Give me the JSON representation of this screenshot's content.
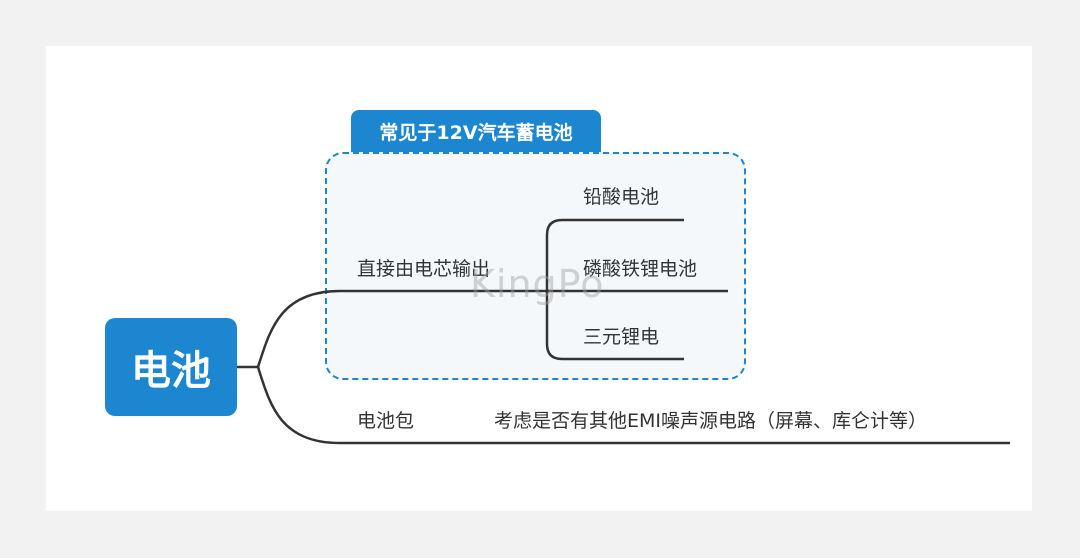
{
  "root": {
    "label": "电池"
  },
  "group": {
    "label": "常见于12V汽车蓄电池"
  },
  "branches": [
    {
      "label": "直接由电芯输出",
      "children": [
        "铅酸电池",
        "磷酸铁锂电池",
        "三元锂电"
      ]
    },
    {
      "label": "电池包",
      "children": [
        "考虑是否有其他EMI噪声源电路（屏幕、库仑计等）"
      ]
    }
  ],
  "watermark": "KingPo",
  "colors": {
    "accent": "#1d86d1",
    "line": "#333333",
    "background": "#f2f2f2"
  }
}
